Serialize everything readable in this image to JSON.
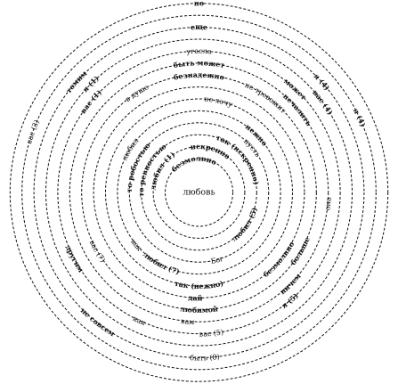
{
  "center": "любовь",
  "words": [
    {
      "text": "но",
      "ring": 14,
      "angle": 90,
      "bold": true
    },
    {
      "text": "еще",
      "ring": 12,
      "angle": 90,
      "bold": true
    },
    {
      "text": "угасла",
      "ring": 10,
      "angle": 90,
      "bold": false
    },
    {
      "text": "быть может",
      "ring": 9,
      "angle": 90,
      "bold": true
    },
    {
      "text": "безнадежно",
      "ring": 8,
      "angle": 90,
      "bold": true
    },
    {
      "text": "не хочу",
      "ring": 6,
      "angle": 78,
      "bold": false
    },
    {
      "text": "не тревожит",
      "ring": 8,
      "angle": 55,
      "bold": false
    },
    {
      "text": "пусть",
      "ring": 4,
      "angle": 40,
      "bold": false
    },
    {
      "text": "нежно",
      "ring": 5,
      "angle": 45,
      "bold": true
    },
    {
      "text": "так (искренно)",
      "ring": 3,
      "angle": 40,
      "bold": true
    },
    {
      "text": "искренно",
      "ring": 2,
      "angle": 75,
      "bold": true
    },
    {
      "text": "безмолвно",
      "ring": 1,
      "angle": 100,
      "bold": true
    },
    {
      "text": "любил (1)",
      "ring": 2,
      "angle": 150,
      "bold": true
    },
    {
      "text": "то ревностью",
      "ring": 3,
      "angle": 155,
      "bold": true
    },
    {
      "text": "то робостью",
      "ring": 4,
      "angle": 158,
      "bold": true
    },
    {
      "text": "любил",
      "ring": 5,
      "angle": 148,
      "bold": false
    },
    {
      "text": "вас (1)",
      "ring": 10,
      "angle": 140,
      "bold": true
    },
    {
      "text": "в душе",
      "ring": 8,
      "angle": 122,
      "bold": false
    },
    {
      "text": "я (1)",
      "ring": 11,
      "angle": 135,
      "bold": true
    },
    {
      "text": "томим",
      "ring": 12,
      "angle": 138,
      "bold": true
    },
    {
      "text": "вас (3)",
      "ring": 13,
      "angle": 160,
      "bold": false
    },
    {
      "text": "может",
      "ring": 10,
      "angle": 47,
      "bold": true
    },
    {
      "text": "печалить",
      "ring": 9,
      "angle": 40,
      "bold": true
    },
    {
      "text": "я (4)",
      "ring": 12,
      "angle": 42,
      "bold": true
    },
    {
      "text": "вас (4)",
      "ring": 11,
      "angle": 36,
      "bold": true
    },
    {
      "text": "я (4)",
      "ring": 13,
      "angle": 25,
      "bold": true
    },
    {
      "text": "она",
      "ring": 9,
      "angle": -5,
      "bold": false
    },
    {
      "text": "любил (5)",
      "ring": 3,
      "angle": -35,
      "bold": true
    },
    {
      "text": "Бог",
      "ring": 4,
      "angle": -75,
      "bold": false
    },
    {
      "text": "любил (7)",
      "ring": 5,
      "angle": -118,
      "bold": true
    },
    {
      "text": "так (нежно)",
      "ring": 6,
      "angle": -90,
      "bold": true
    },
    {
      "text": "дай",
      "ring": 7,
      "angle": -92,
      "bold": true
    },
    {
      "text": "как",
      "ring": 5,
      "angle": -140,
      "bold": false
    },
    {
      "text": "любимой",
      "ring": 8,
      "angle": -90,
      "bold": true
    },
    {
      "text": "вам",
      "ring": 9,
      "angle": -95,
      "bold": false
    },
    {
      "text": "безмолвно",
      "ring": 7,
      "angle": -40,
      "bold": true
    },
    {
      "text": "больше",
      "ring": 8,
      "angle": -30,
      "bold": true
    },
    {
      "text": "вас (5)",
      "ring": 10,
      "angle": -85,
      "bold": false
    },
    {
      "text": "ничем",
      "ring": 9,
      "angle": -45,
      "bold": true
    },
    {
      "text": "я (5)",
      "ring": 10,
      "angle": -50,
      "bold": true
    },
    {
      "text": "вас (7)",
      "ring": 8,
      "angle": -150,
      "bold": false
    },
    {
      "text": "другим",
      "ring": 10,
      "angle": -152,
      "bold": true
    },
    {
      "text": "как",
      "ring": 10,
      "angle": -115,
      "bold": false
    },
    {
      "text": "не совсем",
      "ring": 12,
      "angle": -128,
      "bold": true
    },
    {
      "text": "быть (8)",
      "ring": 12,
      "angle": -88,
      "bold": false
    }
  ]
}
